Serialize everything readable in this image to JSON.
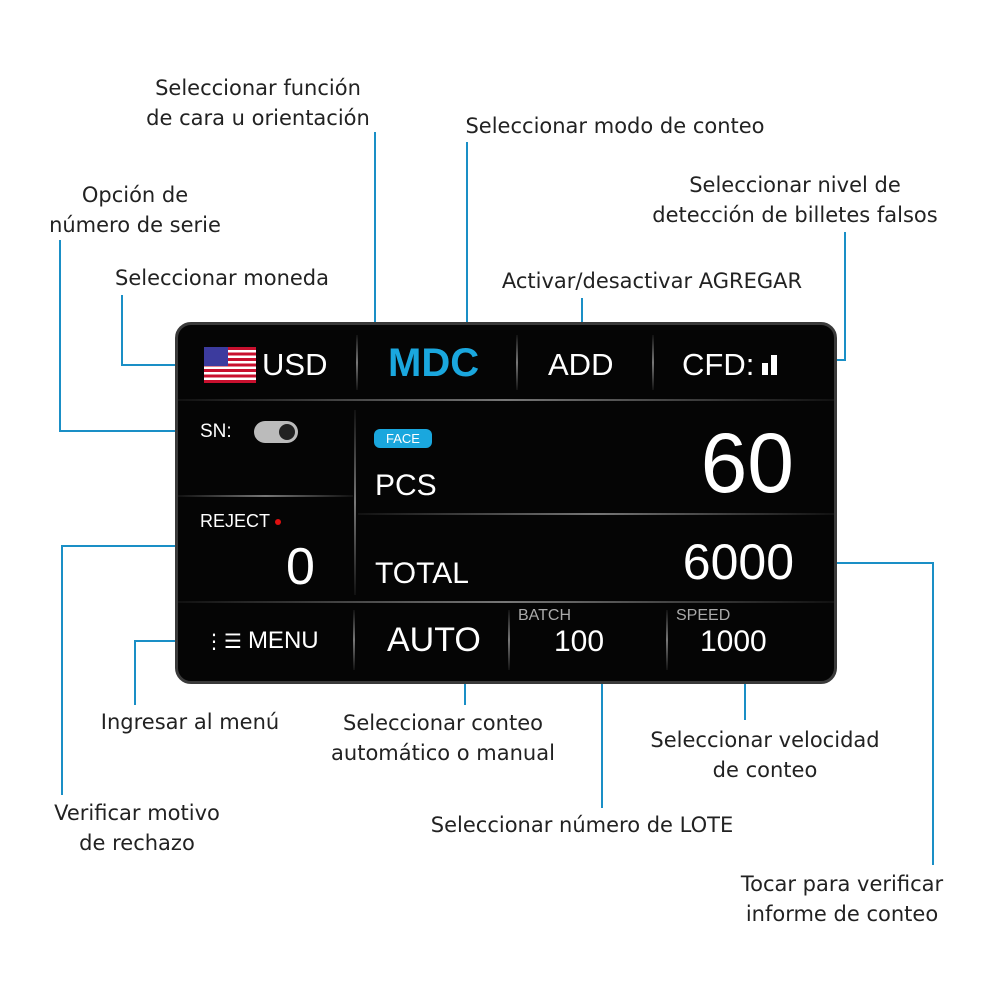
{
  "screen": {
    "currency": "USD",
    "mode": "MDC",
    "add": "ADD",
    "cfd": "CFD:",
    "sn_label": "SN:",
    "face_badge": "FACE",
    "pcs_label": "PCS",
    "pcs_value": "60",
    "reject_label": "REJECT",
    "reject_value": "0",
    "total_label": "TOTAL",
    "total_value": "6000",
    "menu_label": "MENU",
    "auto_label": "AUTO",
    "batch_label": "BATCH",
    "batch_value": "100",
    "speed_label": "SPEED",
    "speed_value": "1000"
  },
  "annotations": {
    "face_1": "Seleccionar función",
    "face_2": "de cara u orientación",
    "mode": "Seleccionar modo de conteo",
    "sn_1": "Opción de",
    "sn_2": "número de serie",
    "currency": "Seleccionar moneda",
    "cfd_1": "Seleccionar nivel de",
    "cfd_2": "detección de billetes falsos",
    "add": "Activar/desactivar AGREGAR",
    "menu": "Ingresar al menú",
    "auto_1": "Seleccionar conteo",
    "auto_2": "automático o manual",
    "speed_1": "Seleccionar velocidad",
    "speed_2": "de conteo",
    "batch": "Seleccionar número de LOTE",
    "reject_1": "Verificar motivo",
    "reject_2": "de rechazo",
    "total_1": "Tocar para verificar",
    "total_2": "informe de conteo"
  },
  "colors": {
    "accent": "#1aa7de",
    "line": "#1a8fc6",
    "reject_dot": "#e01010"
  }
}
